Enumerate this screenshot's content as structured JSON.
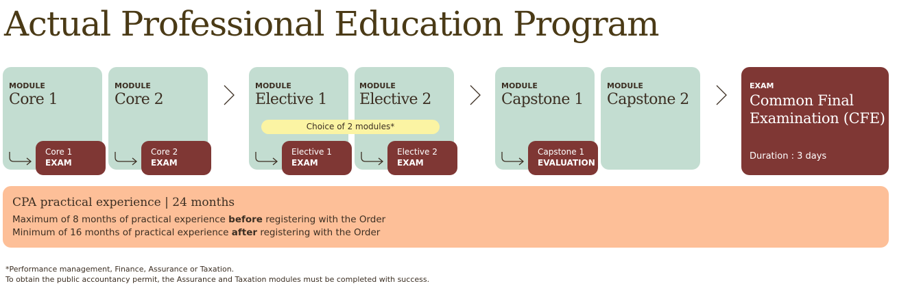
{
  "title": "Actual Professional Education Program",
  "modules": [
    {
      "tag": "MODULE",
      "name": "Core 1",
      "exam_line1": "Core 1",
      "exam_line2": "EXAM"
    },
    {
      "tag": "MODULE",
      "name": "Core 2",
      "exam_line1": "Core 2",
      "exam_line2": "EXAM"
    },
    {
      "tag": "MODULE",
      "name": "Elective 1",
      "exam_line1": "Elective 1",
      "exam_line2": "EXAM"
    },
    {
      "tag": "MODULE",
      "name": "Elective 2",
      "exam_line1": "Elective 2",
      "exam_line2": "EXAM"
    },
    {
      "tag": "MODULE",
      "name": "Capstone 1",
      "exam_line1": "Capstone 1",
      "exam_line2": "EVALUATION"
    },
    {
      "tag": "MODULE",
      "name": "Capstone 2"
    }
  ],
  "choice_label": "Choice of 2 modules*",
  "final_exam": {
    "tag": "EXAM",
    "name": "Common Final Examination (CFE)",
    "duration": "Duration : 3 days"
  },
  "cpa": {
    "heading": "CPA practical experience | 24 months",
    "line1_pre": "Maximum of 8 months of practical experience ",
    "line1_bold": "before",
    "line1_post": " registering with the Order",
    "line2_pre": "Minimum of 16 months of practical experience ",
    "line2_bold": "after",
    "line2_post": " registering with the Order"
  },
  "footnotes": {
    "line1": "*Performance management, Finance, Assurance or Taxation.",
    "line2": "To obtain the public accountancy permit, the Assurance and Taxation modules must be completed with success."
  },
  "colors": {
    "module_bg": "#c3ddd1",
    "exam_bg": "#7f3734",
    "choice_bg": "#fbf4a3",
    "cpa_bg": "#fdbf98",
    "title_color": "#4a3a16"
  }
}
